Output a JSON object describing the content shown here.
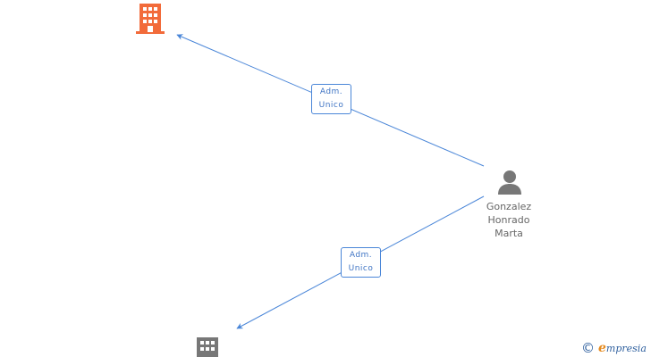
{
  "nodes": {
    "company_top": {
      "icon": "building-icon",
      "color": "#f26b3a"
    },
    "company_bottom": {
      "icon": "building-icon",
      "color": "#777777"
    },
    "person": {
      "icon": "person-icon",
      "color": "#777777",
      "name_lines": [
        "Gonzalez",
        "Honrado",
        "Marta"
      ]
    }
  },
  "edges": [
    {
      "from": "person",
      "to": "company_top",
      "label_lines": [
        "Adm.",
        "Unico"
      ]
    },
    {
      "from": "person",
      "to": "company_bottom",
      "label_lines": [
        "Adm.",
        "Unico"
      ]
    }
  ],
  "edge_color": "#4a86d8",
  "brand": {
    "copyright": "©",
    "e_letter": "e",
    "rest": "mpresia"
  }
}
